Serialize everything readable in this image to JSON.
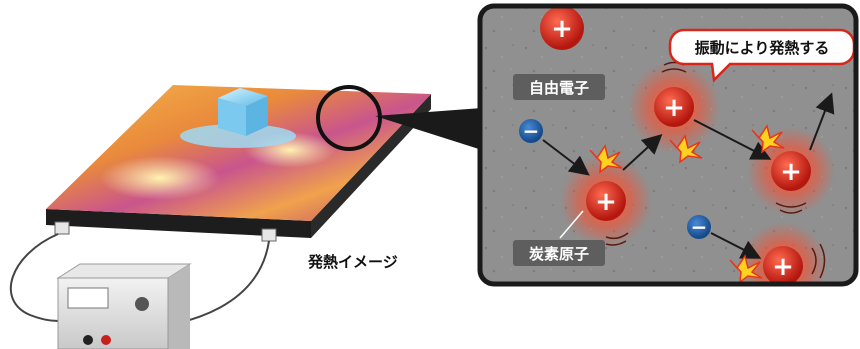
{
  "labels": {
    "caption": "発熱イメージ",
    "free_electron": "自由電子",
    "carbon_atom": "炭素原子",
    "vibration_note": "振動により発熱する",
    "plus": "+",
    "minus": "−"
  },
  "colors": {
    "panel_bg": "#8d8d8d",
    "panel_border": "#1a1a1a",
    "atom_red": "#d8261a",
    "atom_glow": "#ff5a2a",
    "electron_blue": "#1f5ea8",
    "spark_yellow": "#ffd21f",
    "spark_red": "#e8351c",
    "label_box": "#5e5e5e",
    "callout_border": "#d8261a",
    "heater_top_warm": "#f2a13a",
    "heater_top_hot": "#a6296a",
    "heater_side": "#1d1d1d",
    "ice": "#7fd0f2"
  }
}
